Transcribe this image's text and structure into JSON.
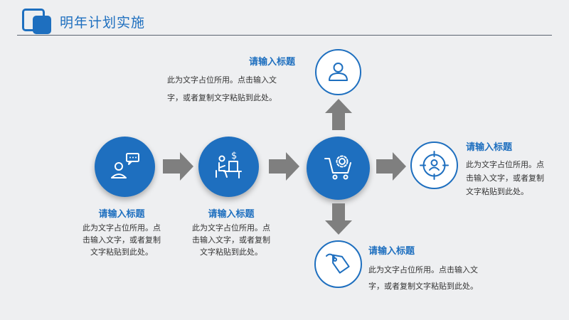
{
  "header": {
    "title": "明年计划实施"
  },
  "accent": "#1e6fbf",
  "step1": {
    "title": "请输入标题",
    "body": [
      "此为文字占位所用。点",
      "击输入文字，或者复制",
      "文字粘贴到此处。"
    ],
    "icon": "presenter-chat-icon"
  },
  "step2": {
    "title": "请输入标题",
    "body": [
      "此为文字占位所用。点",
      "击输入文字，或者复制",
      "文字粘贴到此处。"
    ],
    "icon": "desk-worker-dollar-icon"
  },
  "step3": {
    "icon": "shopping-cart-gear-icon"
  },
  "branch_top": {
    "title": "请输入标题",
    "body": [
      "此为文字占位所用。点击输入文",
      "字，或者复制文字粘贴到此处。"
    ],
    "icon": "user-profile-icon"
  },
  "branch_right": {
    "title": "请输入标题",
    "body": [
      "此为文字占位所用。点",
      "击输入文字，或者复制",
      "文字粘贴到此处。"
    ],
    "icon": "target-user-icon"
  },
  "branch_bottom": {
    "title": "请输入标题",
    "body": [
      "此为文字占位所用。点击输入文",
      "字，或者复制文字粘贴到此处。"
    ],
    "icon": "price-tag-icon"
  }
}
